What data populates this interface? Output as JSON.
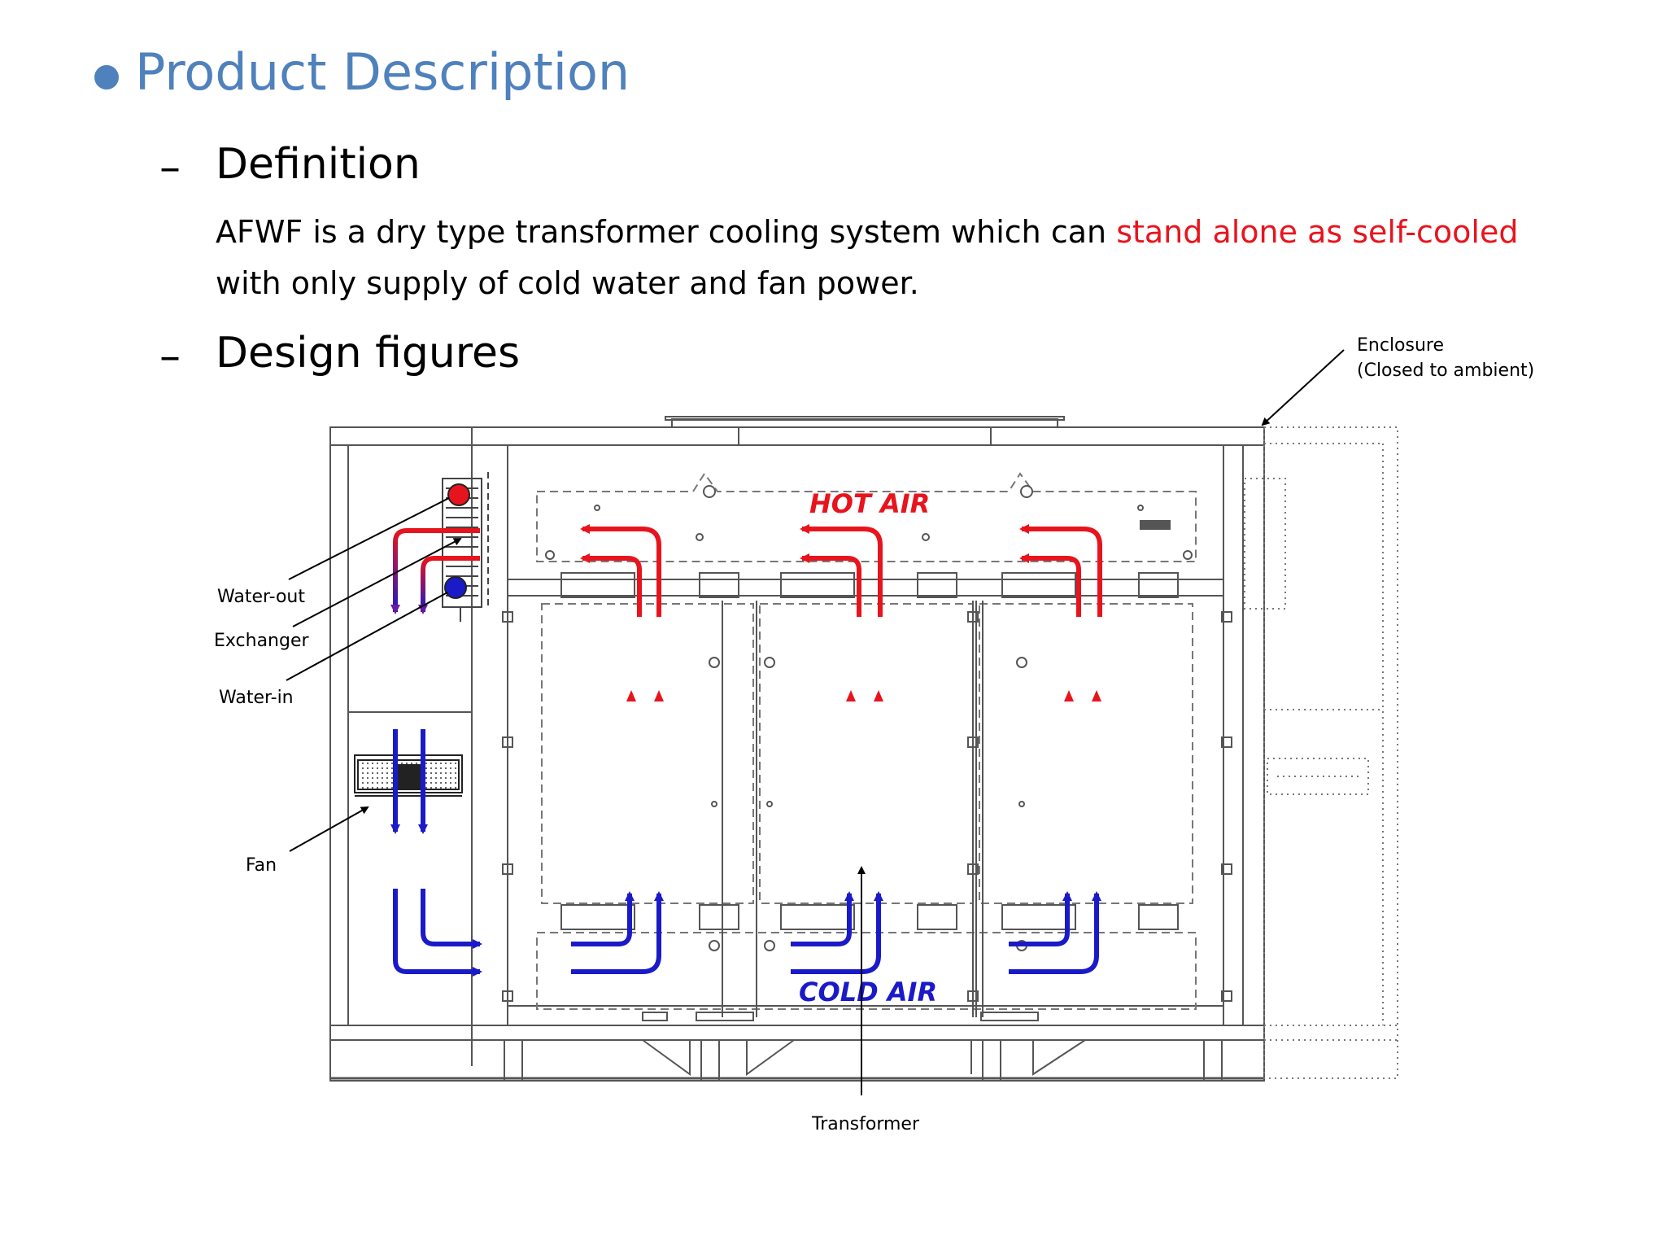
{
  "heading": {
    "title": "Product Description"
  },
  "definition": {
    "heading": "Definition",
    "text_before": "AFWF is a dry type transformer cooling system which can ",
    "text_highlight": "stand alone as self-cooled",
    "text_after": " with only supply of cold water and fan power."
  },
  "design": {
    "heading": "Design figures"
  },
  "diagram": {
    "labels": {
      "enclosure_line1": "Enclosure",
      "enclosure_line2": "(Closed to ambient)",
      "water_out": "Water-out",
      "exchanger": "Exchanger",
      "water_in": "Water-in",
      "fan": "Fan",
      "transformer": "Transformer",
      "hot_air": "HOT AIR",
      "cold_air": "COLD AIR"
    },
    "colors": {
      "hot": "#e8141d",
      "cold": "#1a1ac8",
      "drawing": "#555555"
    }
  }
}
